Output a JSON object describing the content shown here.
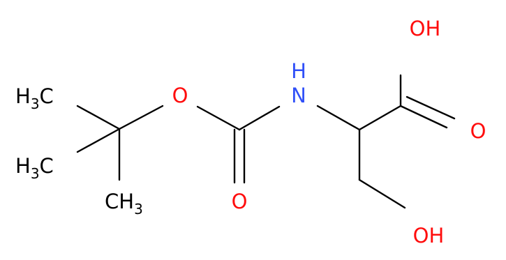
{
  "molecule": {
    "atoms": {
      "methyl_top": {
        "main": "H",
        "sub": "3",
        "tail": "C",
        "color": "#000000"
      },
      "methyl_mid": {
        "main": "H",
        "sub": "3",
        "tail": "C",
        "color": "#000000"
      },
      "methyl_bottom": {
        "main": "CH",
        "sub": "3",
        "color": "#000000"
      },
      "ester_oxygen": {
        "text": "O",
        "color": "#ff0d0d"
      },
      "carbonyl_oxygen": {
        "text": "O",
        "color": "#ff0d0d"
      },
      "amide_nitrogen": {
        "text": "H\nN",
        "top": "H",
        "bottom": "N",
        "color": "#3050f8"
      },
      "acid_hydroxyl": {
        "text": "OH",
        "color": "#ff0d0d"
      },
      "acid_oxygen": {
        "text": "O",
        "color": "#ff0d0d"
      },
      "side_hydroxyl": {
        "text": "OH",
        "color": "#ff0d0d"
      }
    }
  }
}
